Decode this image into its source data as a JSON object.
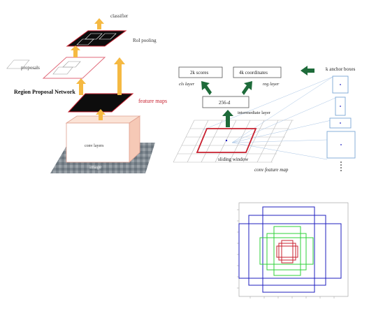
{
  "left_diagram": {
    "classifier": "classifier",
    "roi_pooling": "RoI pooling",
    "proposals": "proposals",
    "rpn": "Region Proposal Network",
    "feature_maps": "feature maps",
    "conv_layers": "conv layers",
    "image": "image"
  },
  "right_diagram": {
    "scores": "2k scores",
    "coordinates": "4k coordinates",
    "anchor_boxes": "k anchor boxes",
    "cls_layer": "cls layer",
    "reg_layer": "reg layer",
    "dim": "256-d",
    "intermediate": "intermediate layer",
    "sliding_window": "sliding window",
    "conv_feature_map": "conv feature map"
  },
  "colors": {
    "arrow_orange": "#f5b942",
    "arrow_green": "#1e6b3a",
    "red": "#c8202f",
    "blue": "#1f1fbf",
    "green": "#2fd23a",
    "anchor_blue": "#7aa7d6"
  }
}
